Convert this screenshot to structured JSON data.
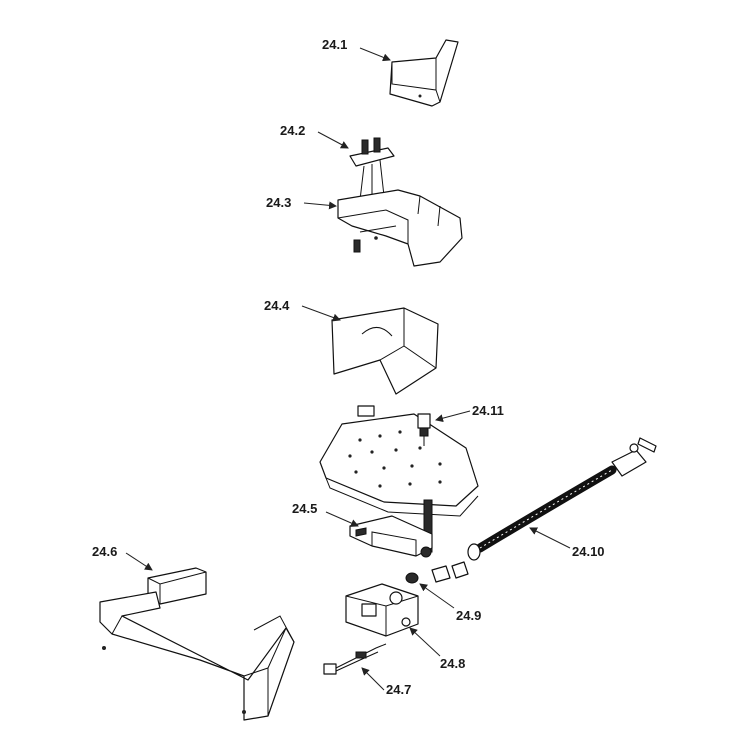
{
  "labels": {
    "p24_1": "24.1",
    "p24_2": "24.2",
    "p24_3": "24.3",
    "p24_4": "24.4",
    "p24_5": "24.5",
    "p24_6": "24.6",
    "p24_7": "24.7",
    "p24_8": "24.8",
    "p24_9": "24.9",
    "p24_10": "24.10",
    "p24_11": "24.11"
  },
  "colors": {
    "line": "#111111",
    "fill": "#ffffff",
    "dark": "#2a2a2a"
  }
}
